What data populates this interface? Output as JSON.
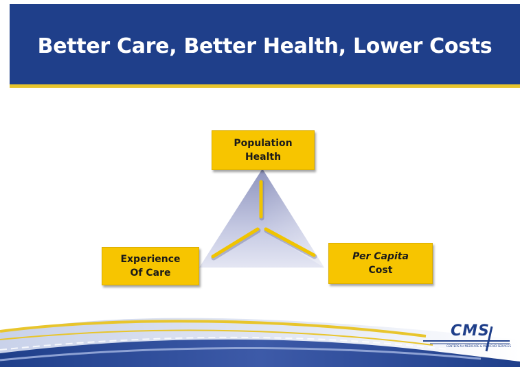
{
  "header": {
    "title": "Better Care, Better Health, Lower Costs"
  },
  "diagram": {
    "nodes": [
      {
        "id": "population",
        "line1": "Population",
        "line2": "Health"
      },
      {
        "id": "experience",
        "line1": "Experience",
        "line2": "Of Care"
      },
      {
        "id": "capita",
        "line1": "Per Capita",
        "line2": "Cost"
      }
    ]
  },
  "logo": {
    "mark": "CMS",
    "subtitle": "CENTERS for MEDICARE & MEDICAID SERVICES"
  },
  "colors": {
    "title_bar": "#1f3f8a",
    "accent_gold": "#f7c500",
    "triangle_fill": "#b9bedc"
  }
}
